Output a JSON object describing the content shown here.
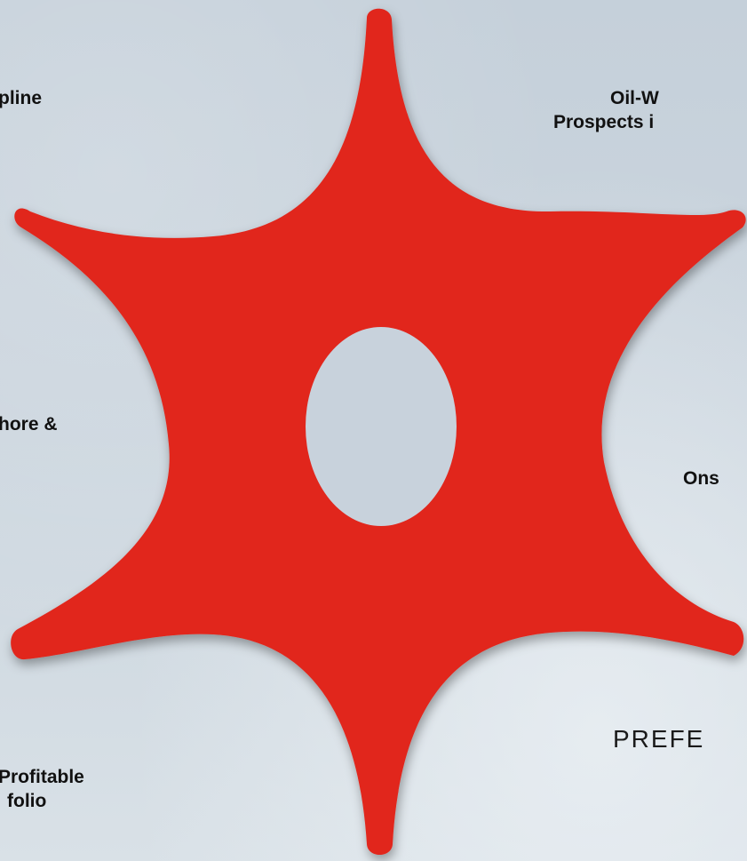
{
  "diagram": {
    "labels": {
      "top_left": "pline",
      "top_right_line1": "Oil-W",
      "top_right_line2": "Prospects i",
      "middle_left": "hore &",
      "middle_right": "Ons",
      "bottom_left_line1": "Profitable",
      "bottom_left_line2": "folio"
    },
    "footer_text": "PREFE",
    "colors": {
      "star_fill": "#e1251b",
      "center_hole": "#c8d2dc",
      "label_text": "#111111"
    }
  }
}
